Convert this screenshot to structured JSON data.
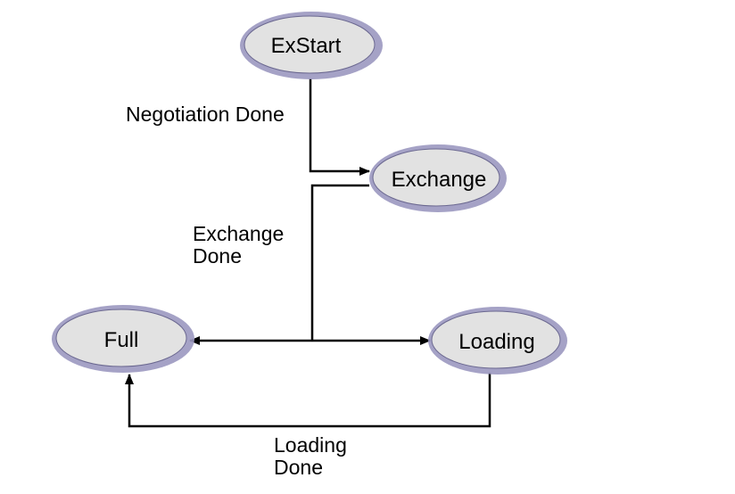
{
  "states": {
    "exstart": "ExStart",
    "exchange": "Exchange",
    "full": "Full",
    "loading": "Loading"
  },
  "transitions": {
    "negotiation_done": "Negotiation Done",
    "exchange_done": [
      "Exchange",
      "Done"
    ],
    "loading_done": [
      "Loading",
      "Done"
    ]
  },
  "colors": {
    "node_fill": "#e2e2e2",
    "node_border": "#9b98c0",
    "line": "#000000"
  }
}
